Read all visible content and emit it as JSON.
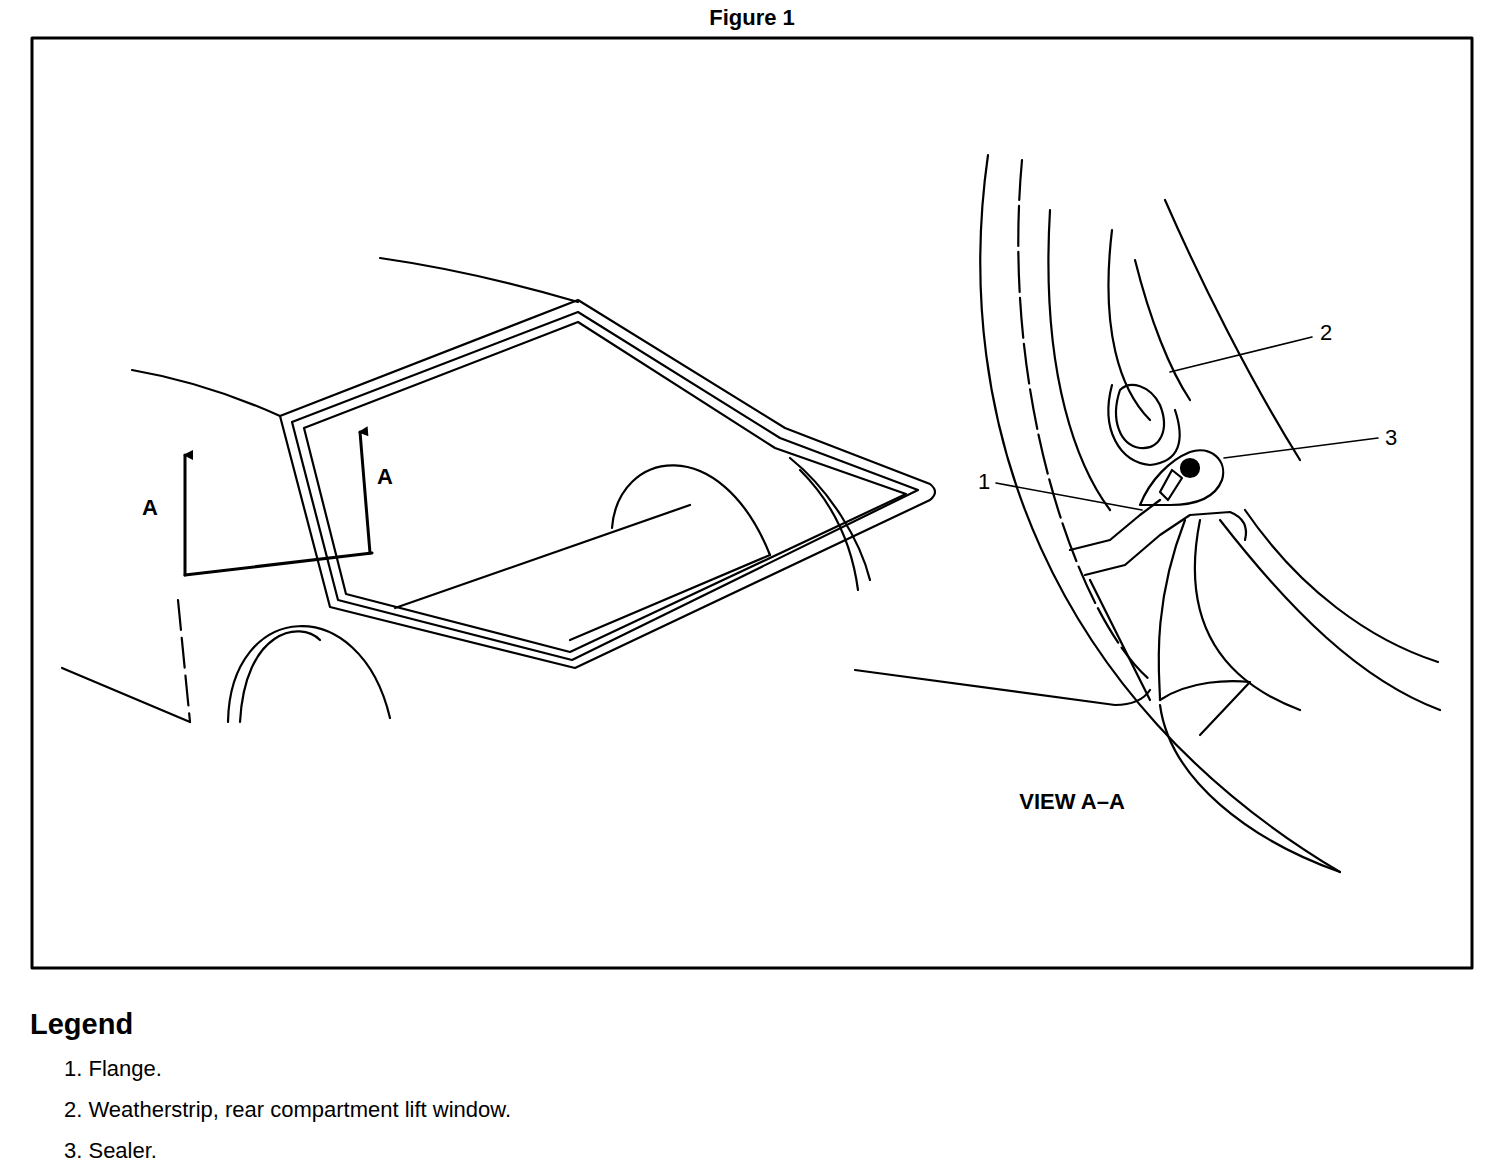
{
  "diagram": {
    "title": "Figure 1",
    "labels": [
      "A",
      "A",
      "1",
      "2",
      "3",
      "VIEW A–A",
      "Legend"
    ],
    "legend": [
      {
        "text": "1. Flange."
      },
      {
        "text": "2. Weatherstrip, rear compartment lift window."
      },
      {
        "text": "3. Sealer."
      }
    ]
  }
}
